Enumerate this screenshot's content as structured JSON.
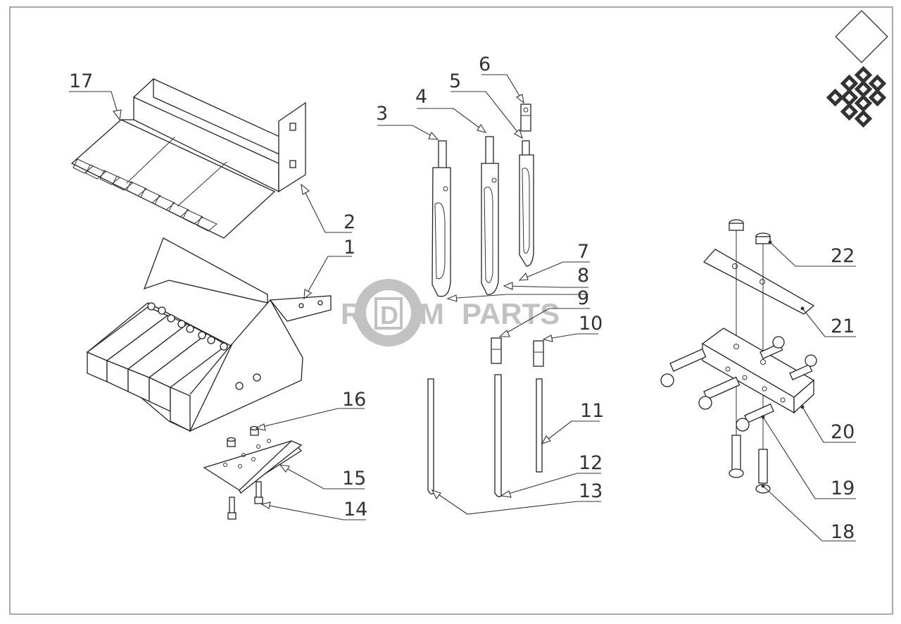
{
  "diagram": {
    "watermark": {
      "left": "R",
      "center": "D",
      "right": "M",
      "suffix": "PARTS"
    },
    "callouts": [
      {
        "id": "c1",
        "label": "1"
      },
      {
        "id": "c2",
        "label": "2"
      },
      {
        "id": "c3",
        "label": "3"
      },
      {
        "id": "c4",
        "label": "4"
      },
      {
        "id": "c5",
        "label": "5"
      },
      {
        "id": "c6",
        "label": "6"
      },
      {
        "id": "c7",
        "label": "7"
      },
      {
        "id": "c8",
        "label": "8"
      },
      {
        "id": "c9",
        "label": "9"
      },
      {
        "id": "c10",
        "label": "10"
      },
      {
        "id": "c11",
        "label": "11"
      },
      {
        "id": "c12",
        "label": "12"
      },
      {
        "id": "c13",
        "label": "13"
      },
      {
        "id": "c14",
        "label": "14"
      },
      {
        "id": "c15",
        "label": "15"
      },
      {
        "id": "c16",
        "label": "16"
      },
      {
        "id": "c17",
        "label": "17"
      },
      {
        "id": "c18",
        "label": "18"
      },
      {
        "id": "c19",
        "label": "19"
      },
      {
        "id": "c20",
        "label": "20"
      },
      {
        "id": "c21",
        "label": "21"
      },
      {
        "id": "c22",
        "label": "22"
      }
    ]
  }
}
